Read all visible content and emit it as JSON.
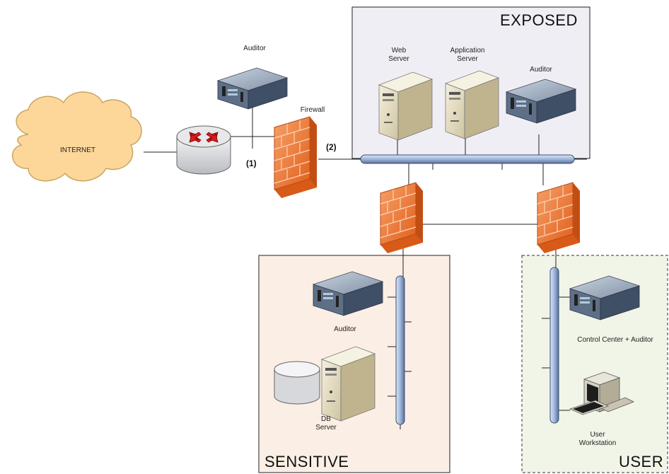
{
  "zones": {
    "exposed": "EXPOSED",
    "sensitive": "SENSITIVE",
    "user": "USER"
  },
  "nodes": {
    "internet": "INTERNET",
    "auditor_top": "Auditor",
    "firewall": "Firewall",
    "web_server": "Web\nServer",
    "app_server": "Application\nServer",
    "auditor_exposed": "Auditor",
    "auditor_sensitive": "Auditor",
    "db_server": "DB\nServer",
    "control_center": "Control Center + Auditor",
    "user_workstation": "User\nWorkstation"
  },
  "markers": {
    "tap1": "(1)",
    "tap2": "(2)"
  },
  "colors": {
    "exposed_bg": "#f0eef5",
    "sensitive_bg": "#fbeee4",
    "user_bg": "#f0f5e8",
    "firewall": "#f07a3a",
    "bus": "#a8bfe0",
    "server": "#e9e2c8",
    "auditor": "#4a5e78"
  }
}
